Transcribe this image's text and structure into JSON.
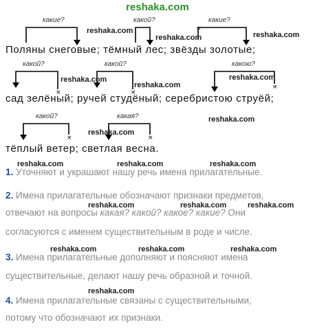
{
  "site": "reshaka.com",
  "watermark": "reshaka.com",
  "phrases": {
    "line1": "Поляны снеговые; тёмный лес; звёзды золотые;",
    "line2": "сад зелёный; ручей студёный; серебристою струёй;",
    "line3": "тёплый ветер; светлая весна."
  },
  "questions": {
    "q1": "какие?",
    "q2": "какой?",
    "q3": "какие?",
    "q4": "какой?",
    "q5": "какой?",
    "q6": "какою?",
    "q7": "какой?",
    "q8": "какая?"
  },
  "answers": {
    "a1_num": "1.",
    "a1_text": "Уточняют и украшают нашу речь имена прилагательные.",
    "a2_num": "2.",
    "a2_line1": "Имена прилагательные обозначают признаки предметов,",
    "a2_line2_start": "отвечают на вопросы ",
    "a2_line2_questions": "какая? какой? какое? какие?",
    "a2_line2_end": " Они",
    "a2_line3": "согласуются с именем существительным в роде и числе.",
    "a3_num": "3.",
    "a3_line1": "Имена прилагательные дополняют и поясняют имена",
    "a3_line2": "существительные, делают нашу речь образной и точной.",
    "a4_num": "4.",
    "a4_line1": "Имена прилагательные связаны с существительными,",
    "a4_line2": "потому что обозначают их признаки."
  }
}
